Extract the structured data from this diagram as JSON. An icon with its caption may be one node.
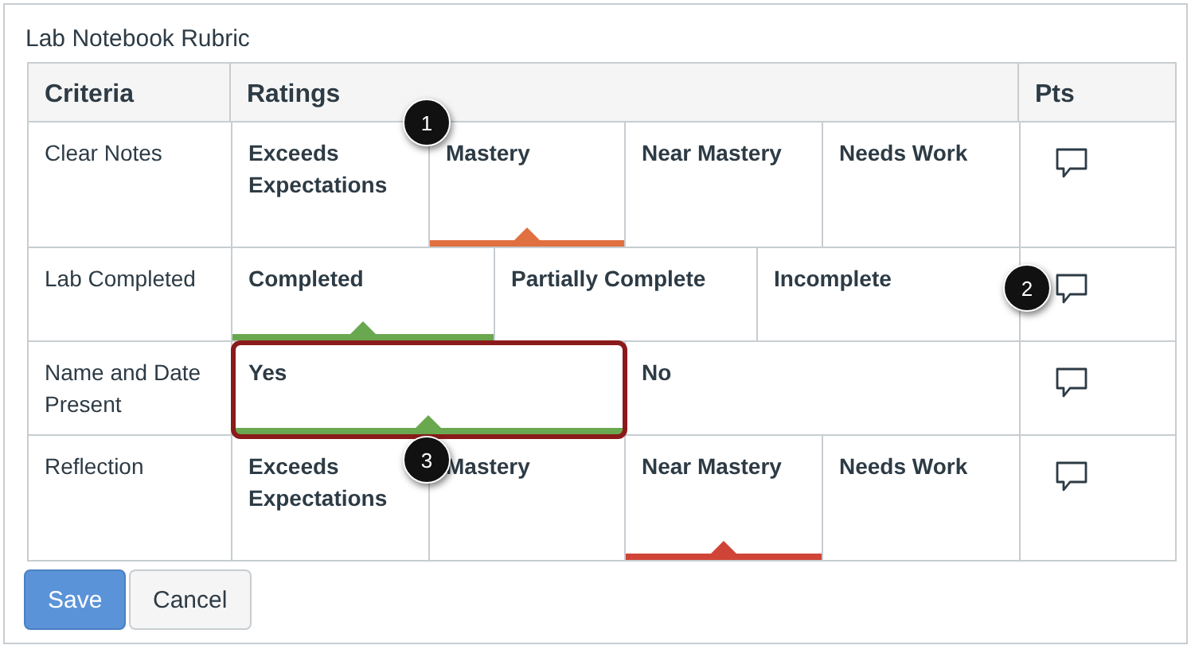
{
  "diagram": {
    "title": "Lab Notebook Rubric",
    "labels": [
      "Criteria",
      "Ratings",
      "Pts",
      "1",
      "Clear Notes",
      "Exceeds Expectations",
      "Mastery",
      "Near Mastery",
      "Needs Work",
      "Lab Completed",
      "Completed",
      "Partially Complete",
      "Incomplete",
      "2",
      "Name and Date Present",
      "Yes",
      "No",
      "Reflection",
      "Exceeds Expectations",
      "3",
      "Mastery",
      "Near Mastery",
      "Needs Work",
      "Save",
      "Cancel"
    ]
  }
}
